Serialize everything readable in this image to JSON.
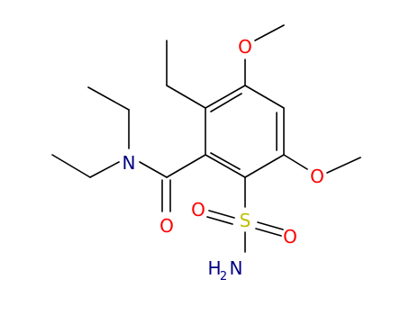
{
  "molecule": {
    "colors": {
      "bond": "#000000",
      "oxygen": "#ff0000",
      "nitrogen": "#000080",
      "sulfur": "#bfbf00"
    },
    "atoms": {
      "o_methoxy_top": "O",
      "o_methoxy_right": "O",
      "n_amide": "N",
      "o_carbonyl": "O",
      "s_sulfonyl": "S",
      "o_sulfonyl_left": "O",
      "o_sulfonyl_right": "O",
      "nh2_h": "H",
      "nh2_sub": "2",
      "nh2_n": "N"
    }
  }
}
